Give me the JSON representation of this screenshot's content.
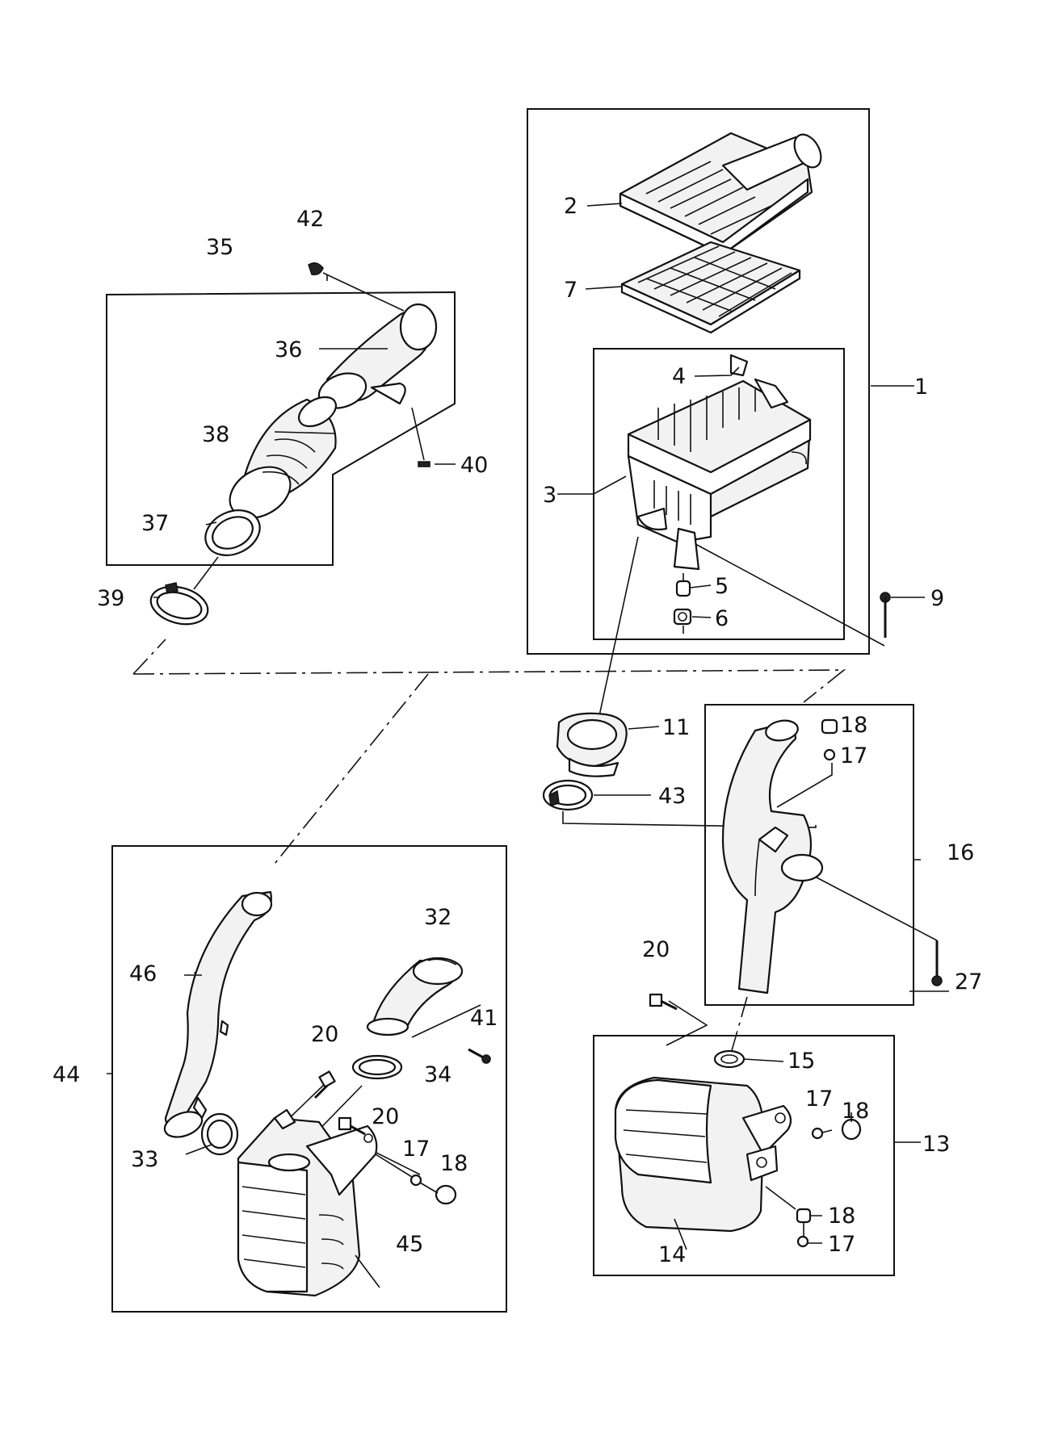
{
  "labels": {
    "n1": "1",
    "n2": "2",
    "n3": "3",
    "n4": "4",
    "n5": "5",
    "n6": "6",
    "n7": "7",
    "n9": "9",
    "n11": "11",
    "n13": "13",
    "n14": "14",
    "n15": "15",
    "n16": "16",
    "n17a": "17",
    "n17b": "17",
    "n17c": "17",
    "n17d": "17",
    "n18a": "18",
    "n18b": "18",
    "n18c": "18",
    "n18d": "18",
    "n20a": "20",
    "n20b": "20",
    "n20c": "20",
    "n27": "27",
    "n32": "32",
    "n33": "33",
    "n34": "34",
    "n35": "35",
    "n36": "36",
    "n37": "37",
    "n38": "38",
    "n39": "39",
    "n40": "40",
    "n41": "41",
    "n42": "42",
    "n43": "43",
    "n44": "44",
    "n45": "45",
    "n46": "46"
  }
}
